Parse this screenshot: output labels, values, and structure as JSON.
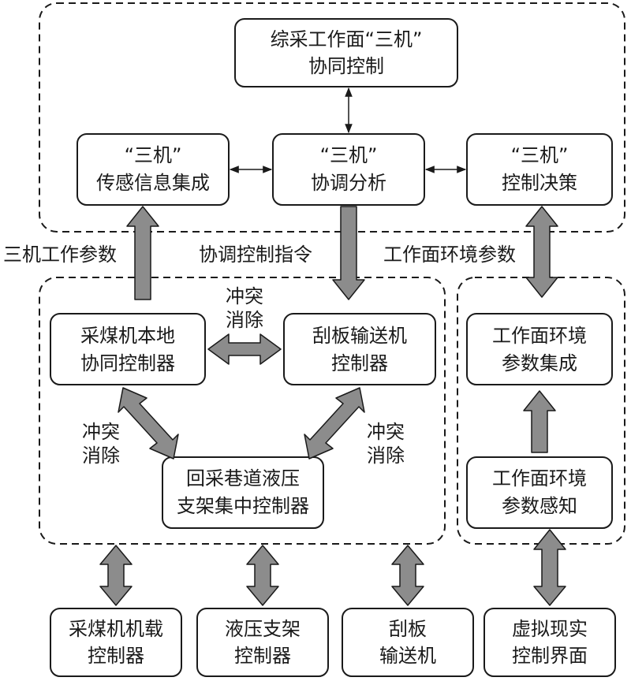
{
  "colors": {
    "stroke": "#1a1a1a",
    "arrow_fill": "#8c8c8c",
    "background": "#ffffff"
  },
  "boxes": {
    "synergy_control": {
      "lines": [
        "综采工作面“三机”",
        "协同控制"
      ]
    },
    "sensor_integration": {
      "lines": [
        "“三机”",
        "传感信息集成"
      ]
    },
    "coordination": {
      "lines": [
        "“三机”",
        "协调分析"
      ]
    },
    "decision": {
      "lines": [
        "“三机”",
        "控制决策"
      ]
    },
    "shearer_local": {
      "lines": [
        "采煤机本地",
        "协同控制器"
      ]
    },
    "conveyor_ctrl": {
      "lines": [
        "刮板输送机",
        "控制器"
      ]
    },
    "support_central": {
      "lines": [
        "回采巷道液压",
        "支架集中控制器"
      ]
    },
    "env_integration": {
      "lines": [
        "工作面环境",
        "参数集成"
      ]
    },
    "env_sensing": {
      "lines": [
        "工作面环境",
        "参数感知"
      ]
    },
    "shearer_onboard": {
      "lines": [
        "采煤机机载",
        "控制器"
      ]
    },
    "support_ctrl": {
      "lines": [
        "液压支架",
        "控制器"
      ]
    },
    "conveyor": {
      "lines": [
        "刮板",
        "输送机"
      ]
    },
    "vr_interface": {
      "lines": [
        "虚拟现实",
        "控制界面"
      ]
    }
  },
  "labels": {
    "machine_params": "三机工作参数",
    "coord_command": "协调控制指令",
    "env_params": "工作面环境参数",
    "conflict_top": [
      "冲突",
      "消除"
    ],
    "conflict_left": [
      "冲突",
      "消除"
    ],
    "conflict_right": [
      "冲突",
      "消除"
    ]
  }
}
